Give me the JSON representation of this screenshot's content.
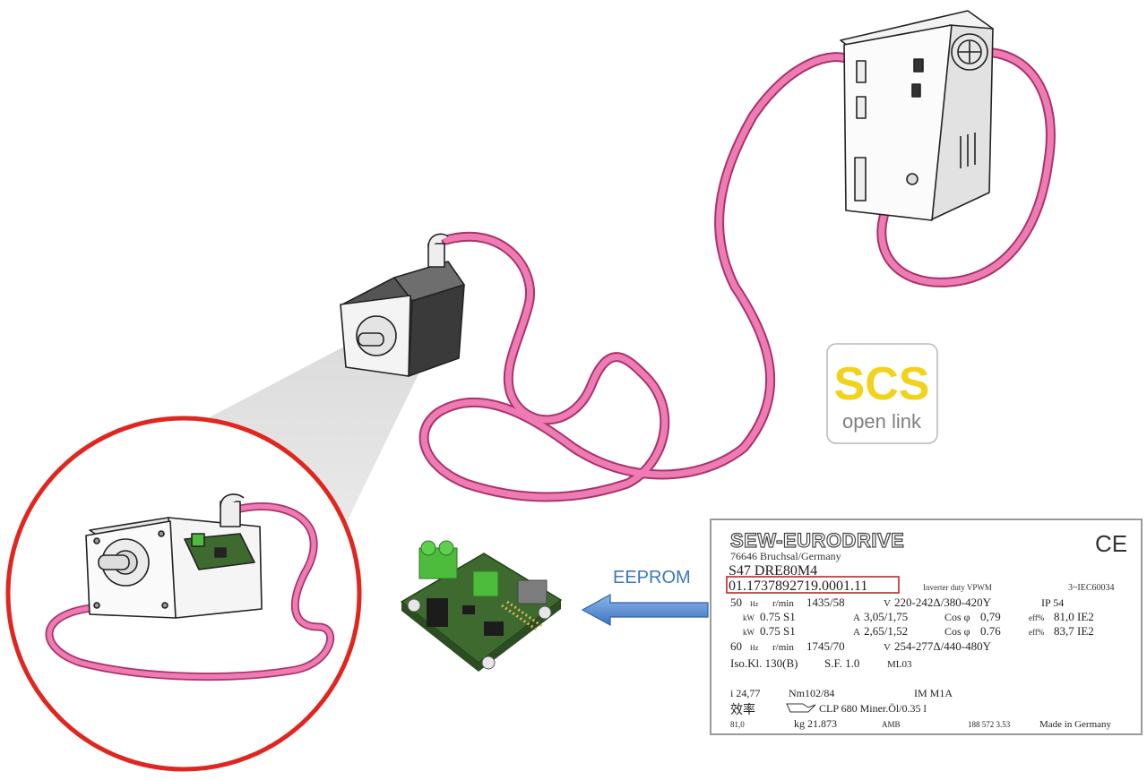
{
  "colors": {
    "cable": "#e66aa6",
    "cable_dark": "#b23a72",
    "highlight_ring": "#e0261f",
    "arrow": "#4a86cf",
    "eeprom_text": "#3d77b8",
    "logo_yellow": "#f2d21b",
    "logo_text": "#7f7f7f",
    "pcb_green": "#3f6a2f",
    "terminal_green": "#4dbb3c",
    "serial_box": "#c0262b"
  },
  "logo": {
    "line1": "SCS",
    "line2": "open link"
  },
  "arrow_label": "EEPROM",
  "nameplate": {
    "brand": "SEW-EURODRIVE",
    "ce": "CE",
    "address": "76646 Bruchsal/Germany",
    "type": "S47 DRE80M4",
    "serial": "01.1737892719.0001.11",
    "inverter": "Inverter duty VPWM",
    "standard": "3~IEC60034",
    "r50": {
      "hz": "50",
      "hz_unit": "Hz",
      "rpm_unit": "r/min",
      "rpm": "1435/58",
      "v_unit": "V",
      "voltage": "220-242Δ/380-420Y",
      "ip": "IP 54"
    },
    "r50a": {
      "kw_unit": "kW",
      "kw": "0.75 S1",
      "a_unit": "A",
      "amps": "3,05/1,75",
      "cos_label": "Cos φ",
      "cos": "0,79",
      "eff_label": "eff%",
      "eff": "81,0 IE2"
    },
    "r60": {
      "hz": "60",
      "hz_unit": "Hz",
      "rpm_unit": "r/min",
      "rpm": "1745/70",
      "v_unit": "V",
      "voltage": "254-277Δ/440-480Y"
    },
    "r60a": {
      "kw_unit": "kW",
      "kw": "0.75 S1",
      "a_unit": "A",
      "amps": "2,65/1,52",
      "cos_label": "Cos φ",
      "cos": "0.76",
      "eff_label": "eff%",
      "eff": "83,7 IE2"
    },
    "iso": "Iso.Kl. 130(B)",
    "sf": "S.F. 1.0",
    "ml": "ML03",
    "i": "i 24,77",
    "nm": "Nm102/84",
    "im": "IM M1A",
    "kanji": "效率",
    "kanji_value": "81,0",
    "oil": "CLP 680 Miner.Öl/0.35 l",
    "kg": "kg 21.873",
    "amb": "AMB",
    "code": "188 572 3.53",
    "made": "Made in Germany"
  }
}
